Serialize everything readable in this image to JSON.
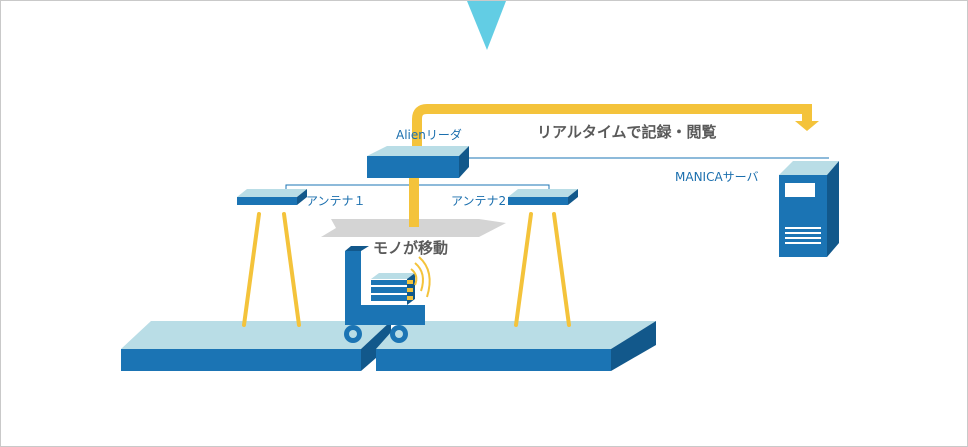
{
  "labels": {
    "reader": "Alienリーダ",
    "antenna1": "アンテナ１",
    "antenna2": "アンテナ2",
    "server": "MANICAサーバ",
    "realtime": "リアルタイムで記録・閲覧",
    "moving": "モノが移動"
  },
  "colors": {
    "blue": "#1b74b4",
    "lightblue": "#b9dde6",
    "yellow": "#f4c33b",
    "gray": "#d4d4d4",
    "cyan": "#62cde4",
    "text_blue": "#1b6fae",
    "text_gray": "#5a5a5a"
  },
  "icons": [
    "server-icon",
    "rfid-signal-icon",
    "cart-icon"
  ]
}
